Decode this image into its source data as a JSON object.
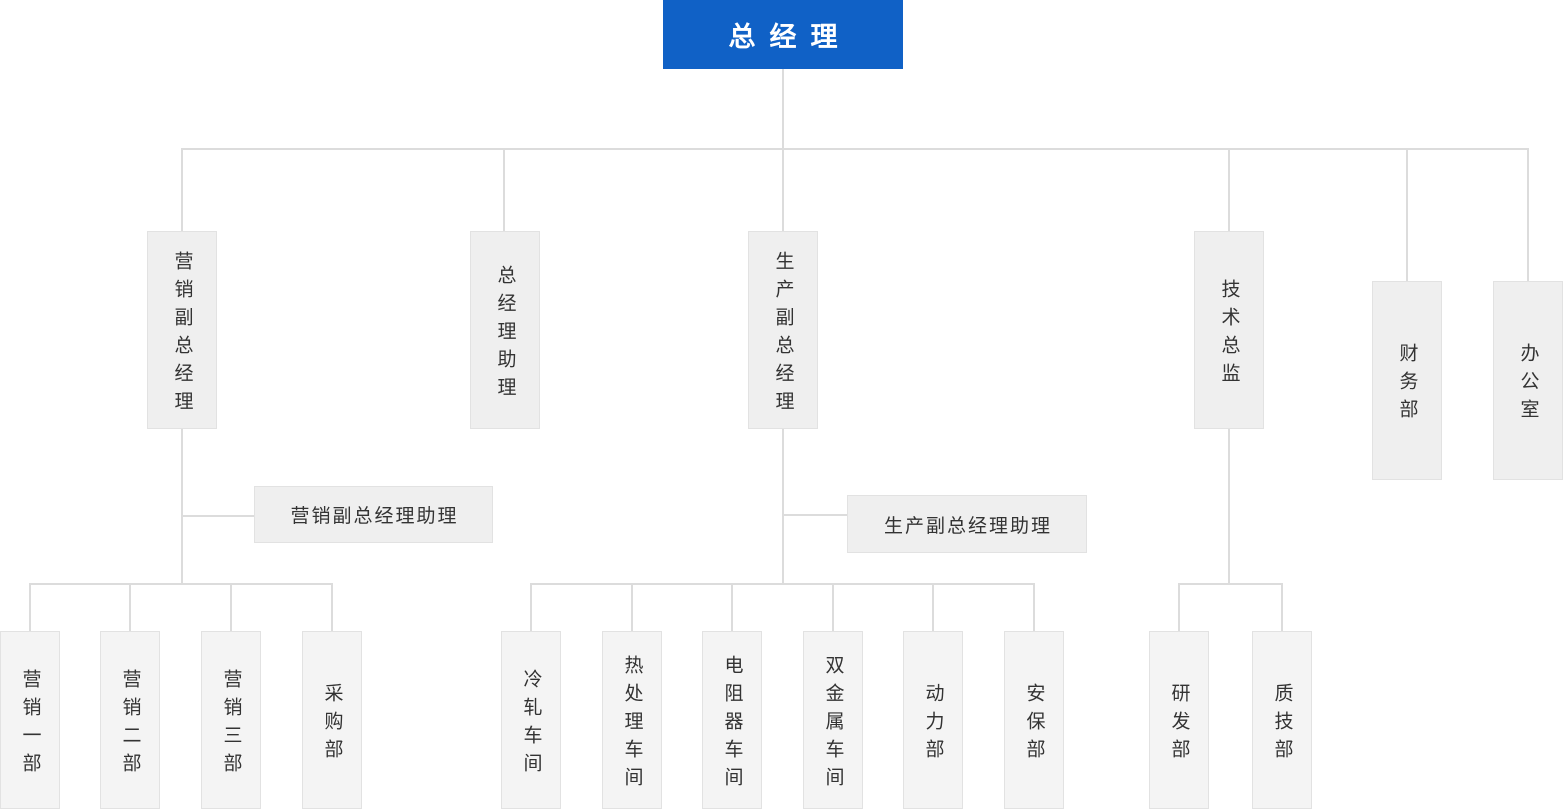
{
  "org_chart": {
    "root": {
      "label": "总经理"
    },
    "level2": [
      {
        "id": "marketing-vp",
        "label": "营销副总经理"
      },
      {
        "id": "gm-assistant",
        "label": "总经理助理"
      },
      {
        "id": "production-vp",
        "label": "生产副总经理"
      },
      {
        "id": "tech-director",
        "label": "技术总监"
      },
      {
        "id": "finance-dept",
        "label": "财务部"
      },
      {
        "id": "office",
        "label": "办公室"
      }
    ],
    "assistants": [
      {
        "id": "marketing-vp-assistant",
        "label": "营销副总经理助理"
      },
      {
        "id": "production-vp-assistant",
        "label": "生产副总经理助理"
      }
    ],
    "departments": [
      {
        "id": "marketing-dept-1",
        "label": "营销一部"
      },
      {
        "id": "marketing-dept-2",
        "label": "营销二部"
      },
      {
        "id": "marketing-dept-3",
        "label": "营销三部"
      },
      {
        "id": "purchasing-dept",
        "label": "采购部"
      },
      {
        "id": "cold-rolling-workshop",
        "label": "冷轧车间"
      },
      {
        "id": "heat-treatment-workshop",
        "label": "热处理车间"
      },
      {
        "id": "resistor-workshop",
        "label": "电阻器车间"
      },
      {
        "id": "bimetal-workshop",
        "label": "双金属车间"
      },
      {
        "id": "power-dept",
        "label": "动力部"
      },
      {
        "id": "security-dept",
        "label": "安保部"
      },
      {
        "id": "rnd-dept",
        "label": "研发部"
      },
      {
        "id": "quality-tech-dept",
        "label": "质技部"
      }
    ],
    "colors": {
      "root_bg": "#1061c6",
      "root_text": "#ffffff",
      "node_bg": "#efefef",
      "node_border": "#e2e2e2",
      "node_text": "#333333",
      "line": "#dcdcdc"
    }
  }
}
